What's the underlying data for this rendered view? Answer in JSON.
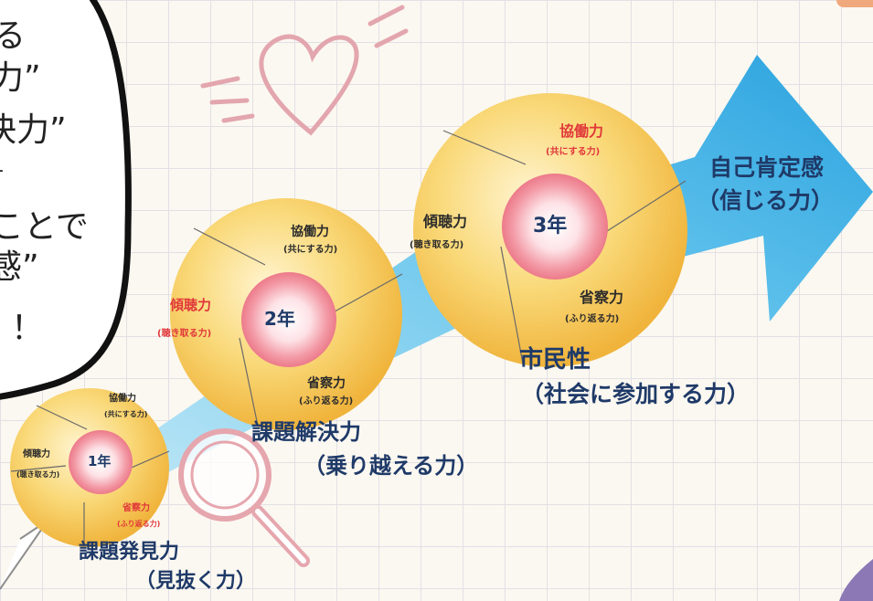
{
  "speech_bubble": {
    "lines": [
      "る",
      "力”",
      "決力”",
      "-",
      "ことで",
      "感”",
      "！"
    ]
  },
  "arrow_goal": {
    "line1": "自己肯定感",
    "line2": "（信じる力）"
  },
  "stage1": {
    "year": "1年",
    "kyodo": "協働力",
    "kyodo_sub": "(共にする力)",
    "keicho": "傾聴力",
    "keicho_sub": "(聴き取る力)",
    "shosatsu": "省察力",
    "shosatsu_sub": "(ふり返る力)",
    "title": "課題発見力",
    "subtitle": "（見抜く力）"
  },
  "stage2": {
    "year": "2年",
    "kyodo": "協働力",
    "kyodo_sub": "(共にする力)",
    "keicho": "傾聴力",
    "keicho_sub": "(聴き取る力)",
    "shosatsu": "省察力",
    "shosatsu_sub": "(ふり返る力)",
    "title": "課題解決力",
    "subtitle": "（乗り越える力）"
  },
  "stage3": {
    "year": "3年",
    "kyodo": "協働力",
    "kyodo_sub": "(共にする力)",
    "keicho": "傾聴力",
    "keicho_sub": "(聴き取る力)",
    "shosatsu": "省察力",
    "shosatsu_sub": "(ふり返る力)",
    "title": "市民性",
    "subtitle": "（社会に参加する力）"
  },
  "colors": {
    "navy": "#1f3a68",
    "red": "#e0373a",
    "arrow": "#3fb3e6",
    "sphere": "#f6c552",
    "core": "#f08a97",
    "heart": "#e3a6ae"
  },
  "icons": [
    "heart-doodle-icon",
    "magnifier-icon",
    "arrow-icon"
  ]
}
